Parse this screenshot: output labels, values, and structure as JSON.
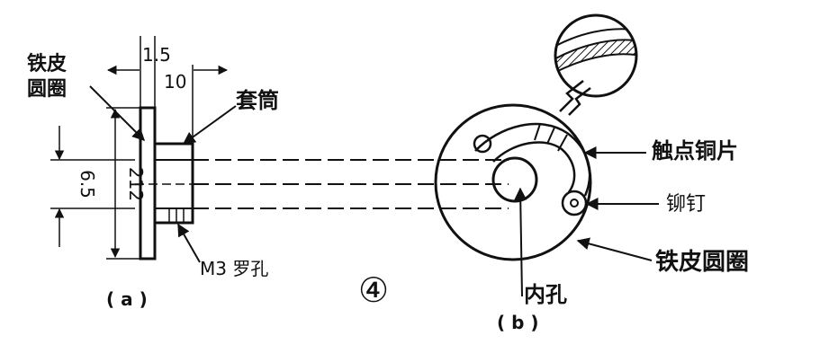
{
  "labels": {
    "iron_ring_a_line1": "铁皮",
    "iron_ring_a_line2": "圆圈",
    "sleeve": "套筒",
    "m3_hole": "M3 罗孔",
    "part_a": "( a )",
    "figure_number": "④",
    "inner_hole": "内孔",
    "part_b": "( b )",
    "contact_copper": "触点铜片",
    "rivet": "铆钉",
    "iron_ring_b": "铁皮圆圈"
  },
  "dimensions": {
    "d_1_5": "1.5",
    "d_10": "10",
    "d_6_5": "6.5",
    "d_212": "212"
  },
  "colors": {
    "ink": "#111111",
    "paper": "#ffffff"
  }
}
